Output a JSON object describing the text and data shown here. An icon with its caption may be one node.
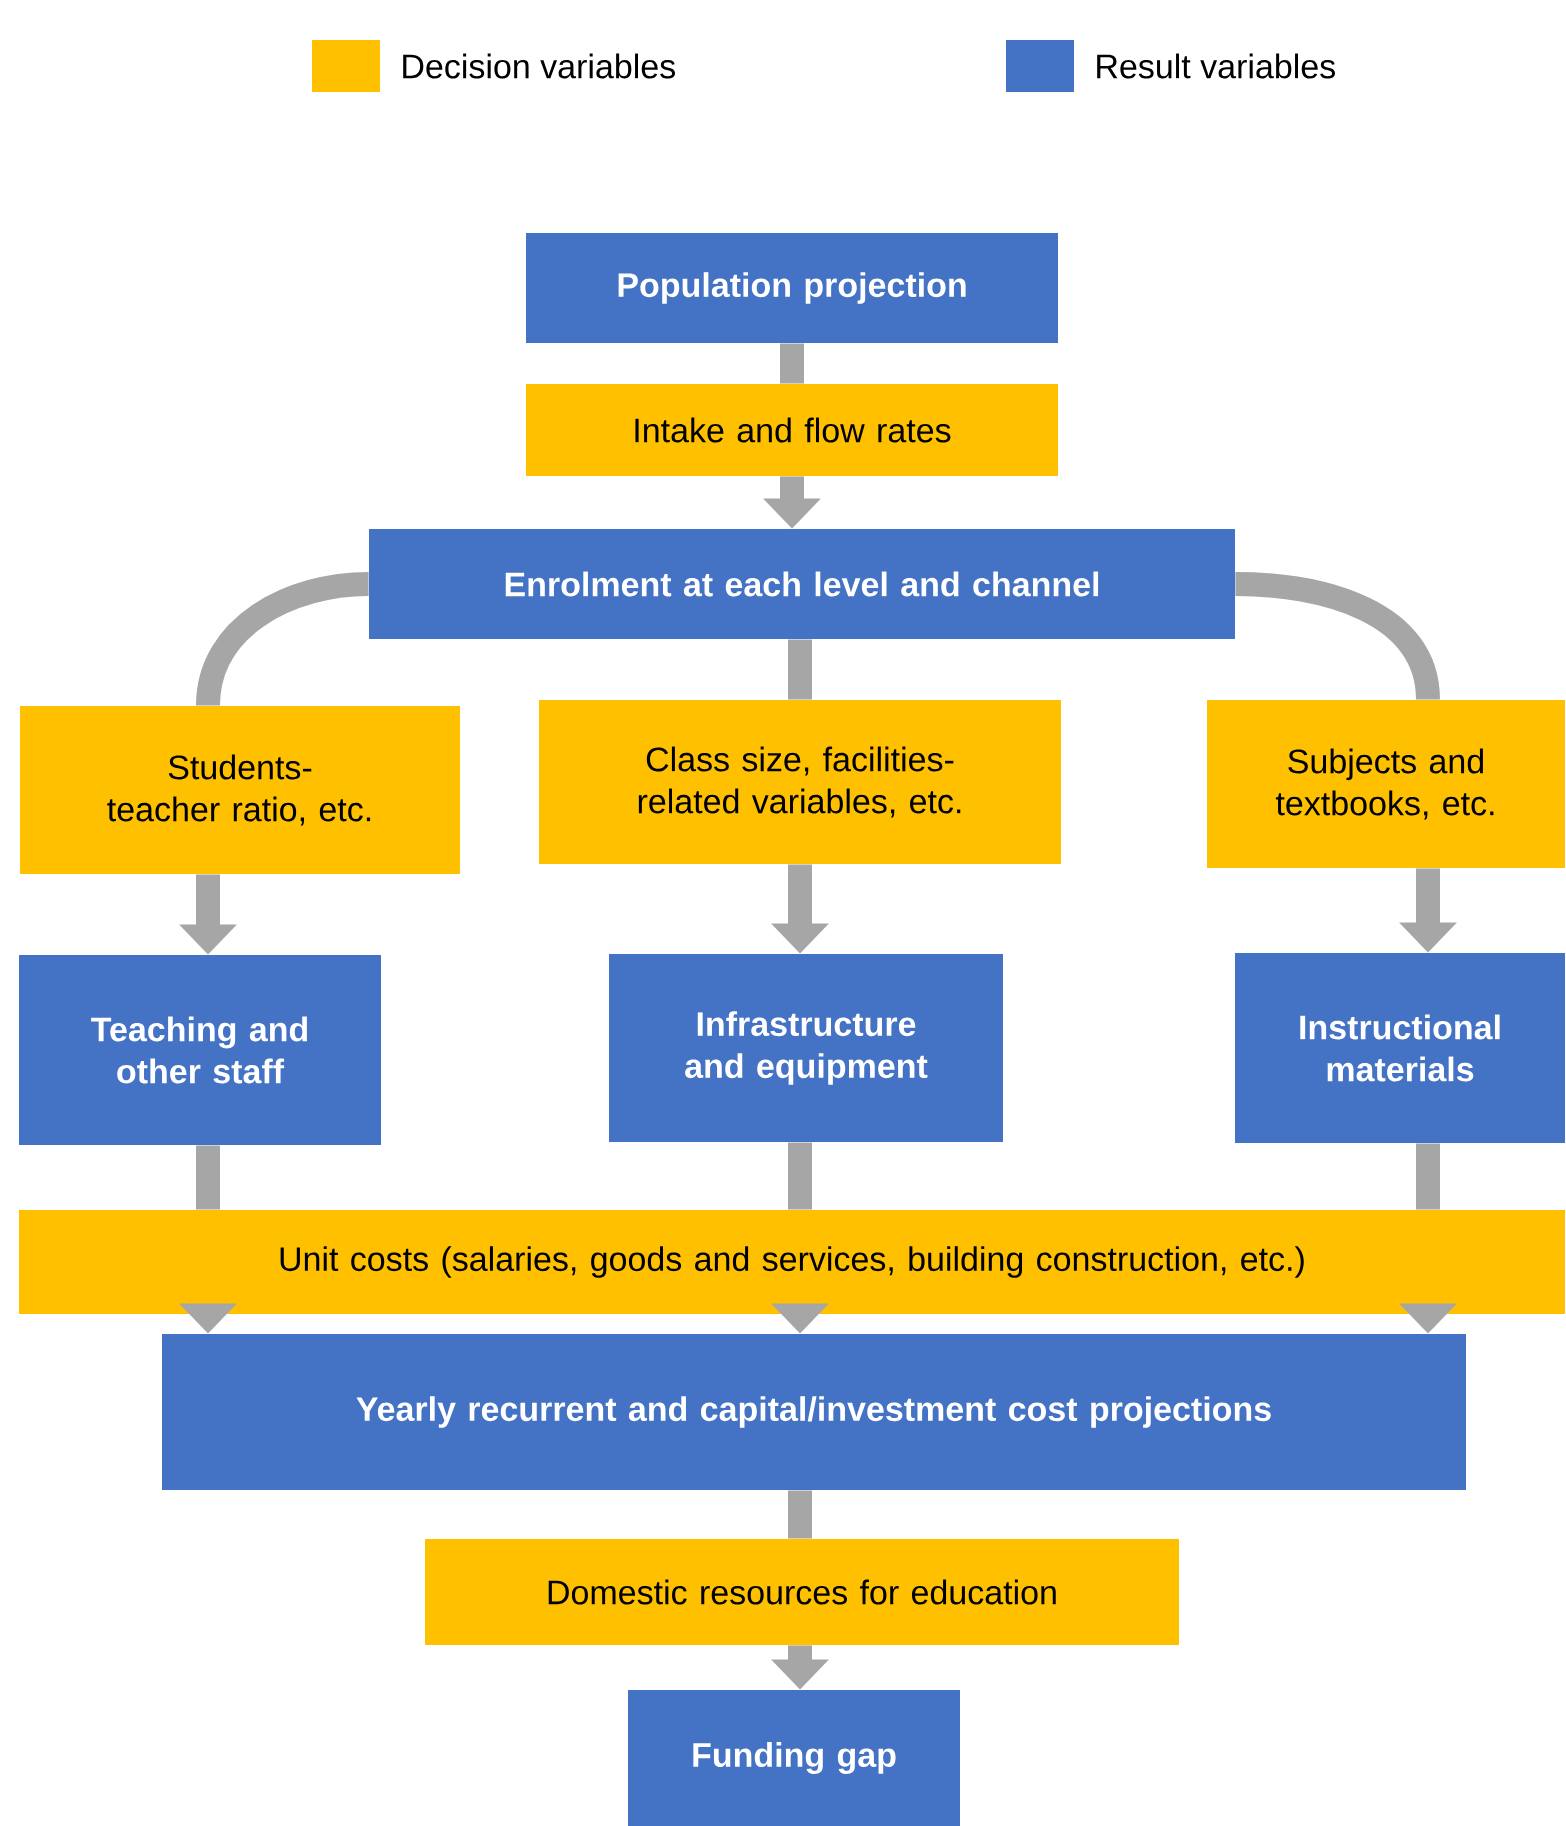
{
  "diagram": {
    "nodes": [
      {
        "text": [
          "Population projection"
        ]
      },
      {
        "text": [
          "Intake and flow rates"
        ]
      },
      {
        "text": [
          "Enrolment at each level and channel"
        ]
      },
      {
        "text": [
          "Students-teacher ratio, etc."
        ]
      },
      {
        "text": [
          "Class size, facilities-related variables, etc."
        ]
      },
      {
        "text": [
          "Subjects and textbooks, etc."
        ]
      },
      {
        "text": [
          "Teaching and other staff"
        ]
      },
      {
        "text": [
          "Infrastructure and equipment"
        ]
      },
      {
        "text": [
          "Instructional materials"
        ]
      },
      {
        "text": [
          "Unit costs (salaries, goods and services, building construction, etc.)"
        ]
      },
      {
        "text": [
          "Yearly recurrent and capital/investment cost projections"
        ]
      },
      {
        "text": [
          "Domestic resources for education"
        ]
      },
      {
        "text": [
          "Funding gap"
        ]
      }
    ],
    "edges": [
      {
        "from": 0,
        "to": 1,
        "arrow": "none"
      },
      {
        "from": 1,
        "to": 2,
        "arrow": "to"
      },
      {
        "from": 2,
        "to": 3,
        "arrow": "none"
      },
      {
        "from": 3,
        "to": 6,
        "arrow": "to"
      },
      {
        "from": 2,
        "to": 4,
        "arrow": "none"
      },
      {
        "from": 4,
        "to": 7,
        "arrow": "to"
      },
      {
        "from": 2,
        "to": 5,
        "arrow": "none"
      },
      {
        "from": 5,
        "to": 8,
        "arrow": "to"
      },
      {
        "from": 6,
        "to": 9,
        "arrow": "none"
      },
      {
        "from": 7,
        "to": 9,
        "arrow": "none"
      },
      {
        "from": 8,
        "to": 9,
        "arrow": "none"
      },
      {
        "from": 9,
        "to": 10,
        "arrow": "to"
      },
      {
        "from": 9,
        "to": 10,
        "arrow": "to"
      },
      {
        "from": 9,
        "to": 10,
        "arrow": "to"
      },
      {
        "from": 10,
        "to": 11,
        "arrow": "none"
      },
      {
        "from": 11,
        "to": 12,
        "arrow": "to"
      }
    ],
    "legend": [
      {
        "text": "Decision variables",
        "color": "#ffc000"
      },
      {
        "text": "Result variables",
        "color": "#4472c4"
      }
    ]
  }
}
